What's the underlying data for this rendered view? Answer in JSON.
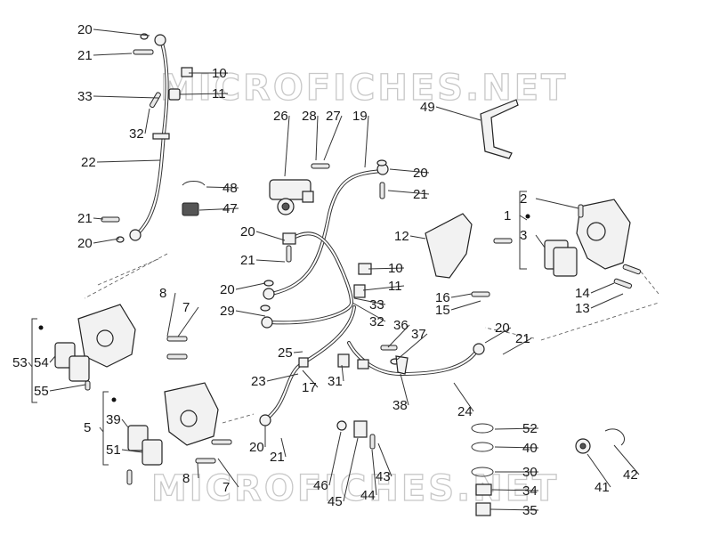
{
  "watermark": "MICROFICHES.NET",
  "callouts": [
    {
      "id": "c20a",
      "text": "20"
    },
    {
      "id": "c21a",
      "text": "21"
    },
    {
      "id": "c10a",
      "text": "10"
    },
    {
      "id": "c11a",
      "text": "11"
    },
    {
      "id": "c33a",
      "text": "33"
    },
    {
      "id": "c32a",
      "text": "32"
    },
    {
      "id": "c22",
      "text": "22"
    },
    {
      "id": "c21b",
      "text": "21"
    },
    {
      "id": "c20b",
      "text": "20"
    },
    {
      "id": "c48",
      "text": "48"
    },
    {
      "id": "c47",
      "text": "47"
    },
    {
      "id": "c26",
      "text": "26"
    },
    {
      "id": "c28",
      "text": "28"
    },
    {
      "id": "c27",
      "text": "27"
    },
    {
      "id": "c19",
      "text": "19"
    },
    {
      "id": "c49",
      "text": "49"
    },
    {
      "id": "c20c",
      "text": "20"
    },
    {
      "id": "c21c",
      "text": "21"
    },
    {
      "id": "c2",
      "text": "2"
    },
    {
      "id": "c1",
      "text": "1"
    },
    {
      "id": "c3",
      "text": "3"
    },
    {
      "id": "c12",
      "text": "12"
    },
    {
      "id": "c20d",
      "text": "20"
    },
    {
      "id": "c21d",
      "text": "21"
    },
    {
      "id": "c10b",
      "text": "10"
    },
    {
      "id": "c11b",
      "text": "11"
    },
    {
      "id": "c20e",
      "text": "20"
    },
    {
      "id": "c29",
      "text": "29"
    },
    {
      "id": "c33b",
      "text": "33"
    },
    {
      "id": "c32b",
      "text": "32"
    },
    {
      "id": "c16",
      "text": "16"
    },
    {
      "id": "c15",
      "text": "15"
    },
    {
      "id": "c14",
      "text": "14"
    },
    {
      "id": "c13",
      "text": "13"
    },
    {
      "id": "c8a",
      "text": "8"
    },
    {
      "id": "c7a",
      "text": "7"
    },
    {
      "id": "c53",
      "text": "53"
    },
    {
      "id": "c54",
      "text": "54"
    },
    {
      "id": "c55",
      "text": "55"
    },
    {
      "id": "c36",
      "text": "36"
    },
    {
      "id": "c37",
      "text": "37"
    },
    {
      "id": "c25",
      "text": "25"
    },
    {
      "id": "c20f",
      "text": "20"
    },
    {
      "id": "c21e",
      "text": "21"
    },
    {
      "id": "c23",
      "text": "23"
    },
    {
      "id": "c17",
      "text": "17"
    },
    {
      "id": "c31",
      "text": "31"
    },
    {
      "id": "c38",
      "text": "38"
    },
    {
      "id": "c24",
      "text": "24"
    },
    {
      "id": "c5",
      "text": "5"
    },
    {
      "id": "c39",
      "text": "39"
    },
    {
      "id": "c51",
      "text": "51"
    },
    {
      "id": "c8b",
      "text": "8"
    },
    {
      "id": "c7b",
      "text": "7"
    },
    {
      "id": "c20g",
      "text": "20"
    },
    {
      "id": "c21f",
      "text": "21"
    },
    {
      "id": "c52",
      "text": "52"
    },
    {
      "id": "c40",
      "text": "40"
    },
    {
      "id": "c30",
      "text": "30"
    },
    {
      "id": "c34",
      "text": "34"
    },
    {
      "id": "c35",
      "text": "35"
    },
    {
      "id": "c46",
      "text": "46"
    },
    {
      "id": "c45",
      "text": "45"
    },
    {
      "id": "c44",
      "text": "44"
    },
    {
      "id": "c43",
      "text": "43"
    },
    {
      "id": "c41",
      "text": "41"
    },
    {
      "id": "c42",
      "text": "42"
    }
  ]
}
